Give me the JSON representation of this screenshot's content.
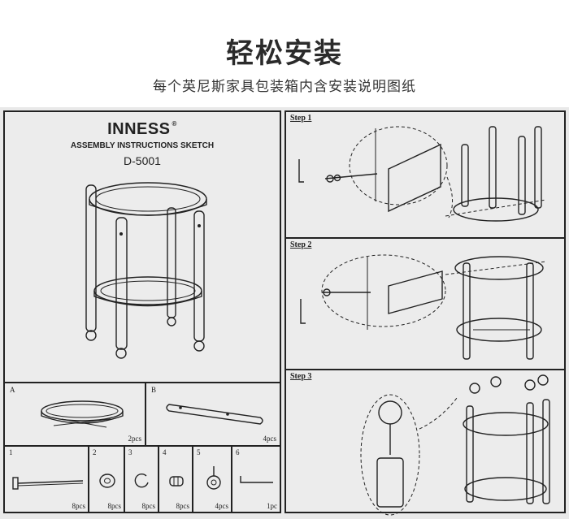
{
  "header": {
    "title": "轻松安装",
    "subtitle": "每个英尼斯家具包装箱内含安装说明图纸"
  },
  "cover": {
    "brand": "INNESS",
    "brand_mark": "®",
    "doc_title": "ASSEMBLY INSTRUCTIONS SKETCH",
    "model": "D-5001"
  },
  "parts_large": [
    {
      "label": "A",
      "qty": "2pcs"
    },
    {
      "label": "B",
      "qty": "4pcs"
    }
  ],
  "parts_small": [
    {
      "label": "1",
      "qty": "8pcs"
    },
    {
      "label": "2",
      "qty": "8pcs"
    },
    {
      "label": "3",
      "qty": "8pcs"
    },
    {
      "label": "4",
      "qty": "8pcs"
    },
    {
      "label": "5",
      "qty": "4pcs"
    },
    {
      "label": "6",
      "qty": "1pc"
    }
  ],
  "steps": [
    {
      "label": "Step 1"
    },
    {
      "label": "Step 2"
    },
    {
      "label": "Step 3"
    }
  ]
}
